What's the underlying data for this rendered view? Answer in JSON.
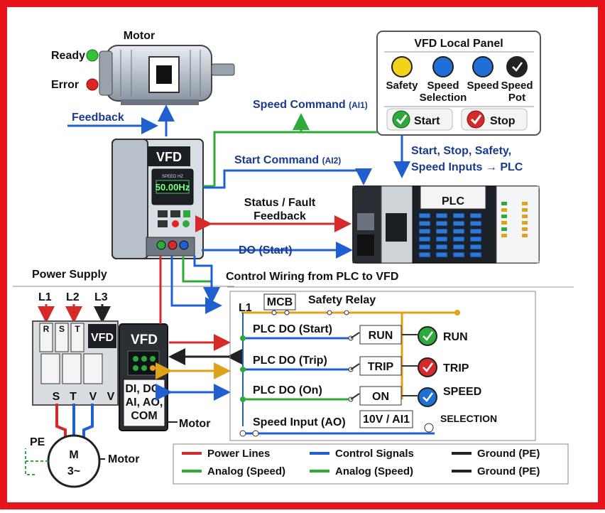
{
  "motor_top": {
    "title": "Motor",
    "ready": "Ready",
    "error": "Error",
    "feedback": "Feedback"
  },
  "vfd_main": {
    "title": "VFD",
    "display": "50.00Hz",
    "display_header": "SPEED HZ"
  },
  "local_panel": {
    "title": "VFD Local Panel",
    "knobs": [
      {
        "label": "Safety",
        "color": "#f2d21b"
      },
      {
        "label": "Speed\nSelection",
        "color": "#1f6fd6"
      },
      {
        "label": "Speed",
        "color": "#1f6fd6"
      },
      {
        "label": "Speed\nPot",
        "color": "#222222"
      }
    ],
    "start": "Start",
    "stop": "Stop"
  },
  "signals": {
    "speed_command": "Speed Command",
    "speed_command_tag": "(AI1)",
    "start_command": "Start Command",
    "start_command_tag": "(AI2)",
    "status_fault_1": "Status / Fault",
    "status_fault_2": "Feedback",
    "do_start": "DO (Start)",
    "panel_to_plc_1": "Start, Stop, Safety,",
    "panel_to_plc_2": "Speed Inputs → PLC"
  },
  "plc": {
    "title": "PLC"
  },
  "power_supply": {
    "title": "Power Supply",
    "phases": [
      "L1",
      "L2",
      "L3"
    ],
    "terminals_top": [
      "R",
      "S",
      "T"
    ],
    "terminals_bottom": [
      "S",
      "T",
      "V",
      "V"
    ],
    "vfd_small": "VFD",
    "vfd_box": "VFD",
    "io_lines": [
      "DI, DO,",
      "AI, AO,",
      "COM"
    ],
    "motor_label": "Motor"
  },
  "motor_bottom": {
    "pe": "PE",
    "symbol_top": "M",
    "symbol_bottom": "3~",
    "label": "Motor"
  },
  "control_wiring": {
    "title": "Control Wiring from PLC to VFD",
    "l1": "L1",
    "mcb": "MCB",
    "safety_relay": "Safety Relay",
    "rows": [
      {
        "input": "PLC DO (Start)",
        "box": "RUN",
        "lamp": "RUN",
        "lamp_color": "#2eaa3a"
      },
      {
        "input": "PLC DO (Trip)",
        "box": "TRIP",
        "lamp": "TRIP",
        "lamp_color": "#d62a2a"
      },
      {
        "input": "PLC DO (On)",
        "box": "ON",
        "lamp": "SPEED",
        "lamp2": "SELECTION",
        "lamp_color": "#1f6fd6"
      }
    ],
    "speed_input": "Speed Input (AO)",
    "ai_box": "10V / AI1"
  },
  "legend": {
    "items": [
      {
        "label": "Power Lines",
        "color": "#d62a2a"
      },
      {
        "label": "Control Signals",
        "color": "#1f5fd0"
      },
      {
        "label": "Ground (PE)",
        "color": "#222222"
      },
      {
        "label": "Analog (Speed)",
        "color": "#2eaa3a"
      },
      {
        "label": "Analog (Speed)",
        "color": "#2eaa3a"
      },
      {
        "label": "Ground (PE)",
        "color": "#222222"
      }
    ]
  },
  "colors": {
    "frame": "#e8141b",
    "power": "#d62a2a",
    "control": "#1f5fd0",
    "analog": "#2eaa3a",
    "relay_bus": "#e0a21a"
  }
}
